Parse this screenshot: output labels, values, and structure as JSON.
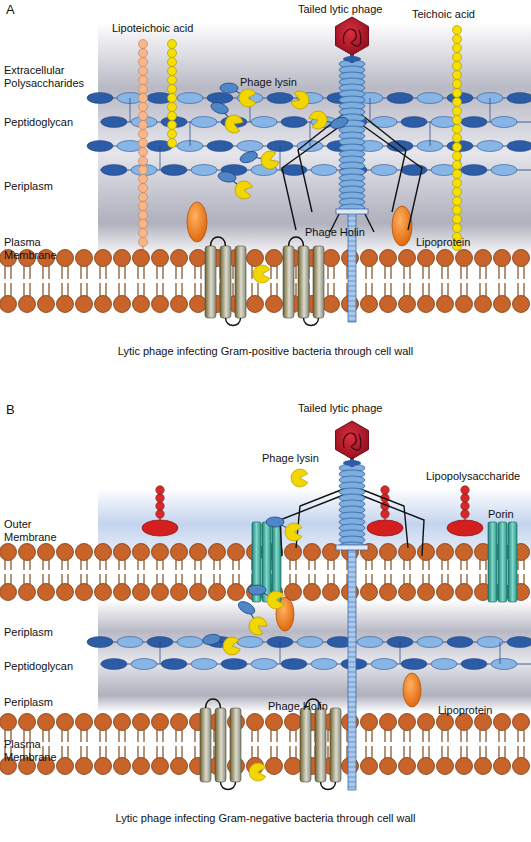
{
  "diagram": {
    "labels": [
      "A",
      "Tailed lytic phage",
      "Lipoteichoic acid",
      "Teichoic acid",
      "Extracellular Polysaccharides",
      "Phage lysin",
      "Peptidoglycan",
      "Periplasm",
      "Phage Holin",
      "Lipoprotein",
      "Plasma Membrane",
      "Lytic phage infecting Gram-positive bacteria through cell wall",
      "B",
      "Tailed lytic phage",
      "Phage lysin",
      "Lipopolysaccharide",
      "Outer Membrane",
      "Porin",
      "Periplasm",
      "Peptidoglycan",
      "Periplasm",
      "Phage Holin",
      "Lipoprotein",
      "Plasma Membrane",
      "Lytic phage infecting Gram-negative bacteria through cell wall"
    ]
  }
}
